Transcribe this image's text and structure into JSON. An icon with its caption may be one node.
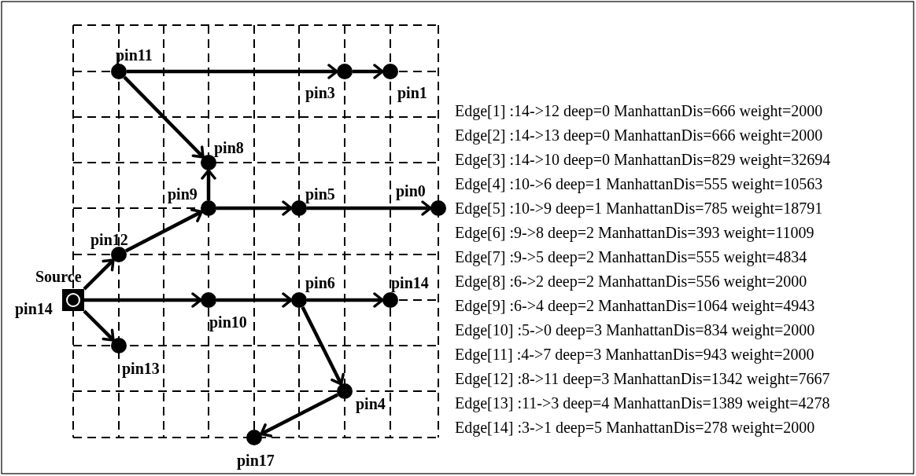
{
  "diagram": {
    "nodes": [
      {
        "text": [],
        "shape": "circle",
        "beside": [
          "pin11"
        ]
      },
      {
        "text": [],
        "shape": "circle",
        "beside": [
          "pin3"
        ]
      },
      {
        "text": [],
        "shape": "circle",
        "beside": [
          "pin1"
        ]
      },
      {
        "text": [],
        "shape": "circle",
        "beside": [
          "pin8"
        ]
      },
      {
        "text": [],
        "shape": "circle",
        "beside": [
          "pin9"
        ]
      },
      {
        "text": [],
        "shape": "circle",
        "beside": [
          "pin5"
        ]
      },
      {
        "text": [],
        "shape": "circle",
        "beside": [
          "pin0"
        ]
      },
      {
        "text": [],
        "shape": "circle",
        "beside": [
          "pin12"
        ]
      },
      {
        "text": [],
        "shape": "box",
        "beside": [
          "Source",
          "pin14"
        ]
      },
      {
        "text": [],
        "shape": "circle",
        "beside": [
          "pin10"
        ]
      },
      {
        "text": [],
        "shape": "circle",
        "beside": [
          "pin6"
        ]
      },
      {
        "text": [],
        "shape": "circle",
        "beside": [
          "pin14"
        ]
      },
      {
        "text": [],
        "shape": "circle",
        "beside": [
          "pin13"
        ]
      },
      {
        "text": [],
        "shape": "circle",
        "beside": [
          "pin4"
        ]
      },
      {
        "text": [],
        "shape": "circle",
        "beside": [
          "pin17"
        ]
      }
    ],
    "edges": [
      {
        "from": 0,
        "to": 1,
        "arrow": "to"
      },
      {
        "from": 1,
        "to": 2,
        "arrow": "to"
      },
      {
        "from": 0,
        "to": 3,
        "arrow": "to"
      },
      {
        "from": 4,
        "to": 3,
        "arrow": "to"
      },
      {
        "from": 4,
        "to": 5,
        "arrow": "to"
      },
      {
        "from": 5,
        "to": 6,
        "arrow": "to"
      },
      {
        "from": 7,
        "to": 4,
        "arrow": "to"
      },
      {
        "from": 8,
        "to": 7,
        "arrow": "to"
      },
      {
        "from": 8,
        "to": 9,
        "arrow": "to"
      },
      {
        "from": 8,
        "to": 12,
        "arrow": "to"
      },
      {
        "from": 9,
        "to": 10,
        "arrow": "to"
      },
      {
        "from": 10,
        "to": 11,
        "arrow": "to"
      },
      {
        "from": 10,
        "to": 13,
        "arrow": "to"
      },
      {
        "from": 13,
        "to": 14,
        "arrow": "to"
      }
    ],
    "labels": [
      "Edge[1] :14->12 deep=0 ManhattanDis=666 weight=2000",
      "Edge[2] :14->13 deep=0 ManhattanDis=666 weight=2000",
      "Edge[3] :14->10 deep=0 ManhattanDis=829 weight=32694",
      "Edge[4] :10->6 deep=1 ManhattanDis=555 weight=10563",
      "Edge[5] :10->9 deep=1 ManhattanDis=785 weight=18791",
      "Edge[6] :9->8 deep=2 ManhattanDis=393 weight=11009",
      "Edge[7] :9->5 deep=2 ManhattanDis=555 weight=4834",
      "Edge[8] :6->2 deep=2 ManhattanDis=556 weight=2000",
      "Edge[9] :6->4 deep=2 ManhattanDis=1064 weight=4943",
      "Edge[10] :5->0 deep=3 ManhattanDis=834 weight=2000",
      "Edge[11] :4->7 deep=3 ManhattanDis=943 weight=2000",
      "Edge[12] :8->11 deep=3 ManhattanDis=1342 weight=7667",
      "Edge[13] :11->3 deep=4 ManhattanDis=1389 weight=4278",
      "Edge[14] :3->1 deep=5 ManhattanDis=278 weight=2000"
    ]
  }
}
